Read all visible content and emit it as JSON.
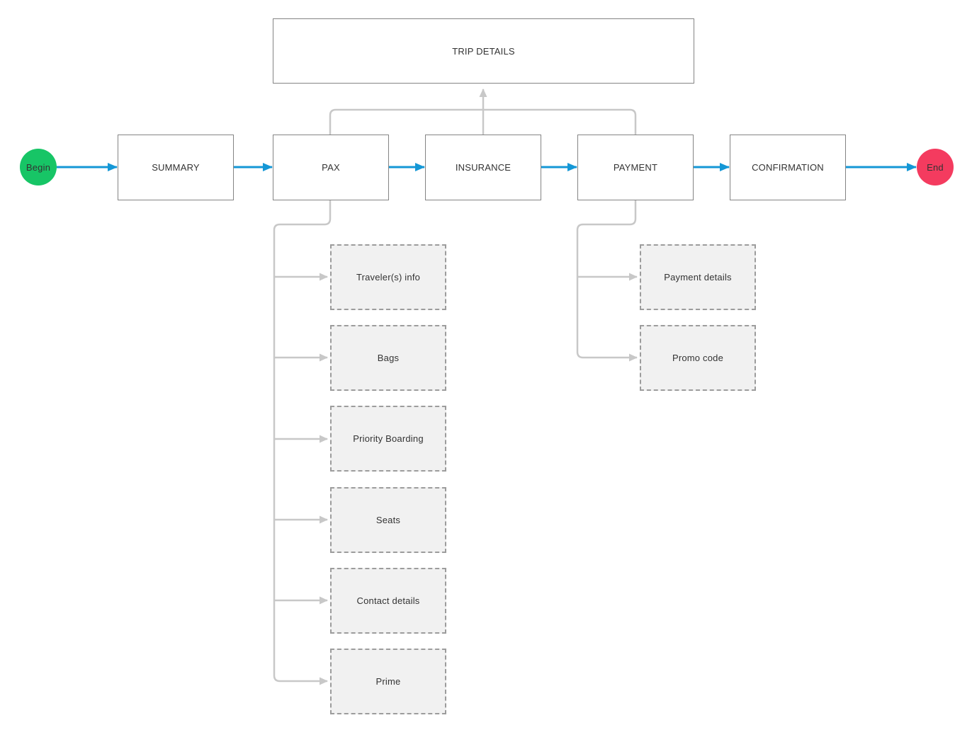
{
  "diagram": {
    "title_box": {
      "label": "TRIP DETAILS"
    },
    "start": {
      "label": "Begin"
    },
    "end": {
      "label": "End"
    },
    "steps": [
      {
        "id": "summary",
        "label": "SUMMARY"
      },
      {
        "id": "pax",
        "label": "PAX"
      },
      {
        "id": "insurance",
        "label": "INSURANCE"
      },
      {
        "id": "payment",
        "label": "PAYMENT"
      },
      {
        "id": "confirmation",
        "label": "CONFIRMATION"
      }
    ],
    "pax_substeps": [
      {
        "label": "Traveler(s) info"
      },
      {
        "label": "Bags"
      },
      {
        "label": "Priority Boarding"
      },
      {
        "label": "Seats"
      },
      {
        "label": "Contact details"
      },
      {
        "label": "Prime"
      }
    ],
    "payment_substeps": [
      {
        "label": "Payment details"
      },
      {
        "label": "Promo code"
      }
    ],
    "colors": {
      "begin_fill": "#17c566",
      "end_fill": "#f43b5f",
      "flow_arrow": "#1497d6",
      "connector": "#c8c8c8",
      "box_border": "#848484",
      "substep_fill": "#f1f1f1",
      "substep_border": "#9c9c9c",
      "text": "#333333"
    }
  }
}
